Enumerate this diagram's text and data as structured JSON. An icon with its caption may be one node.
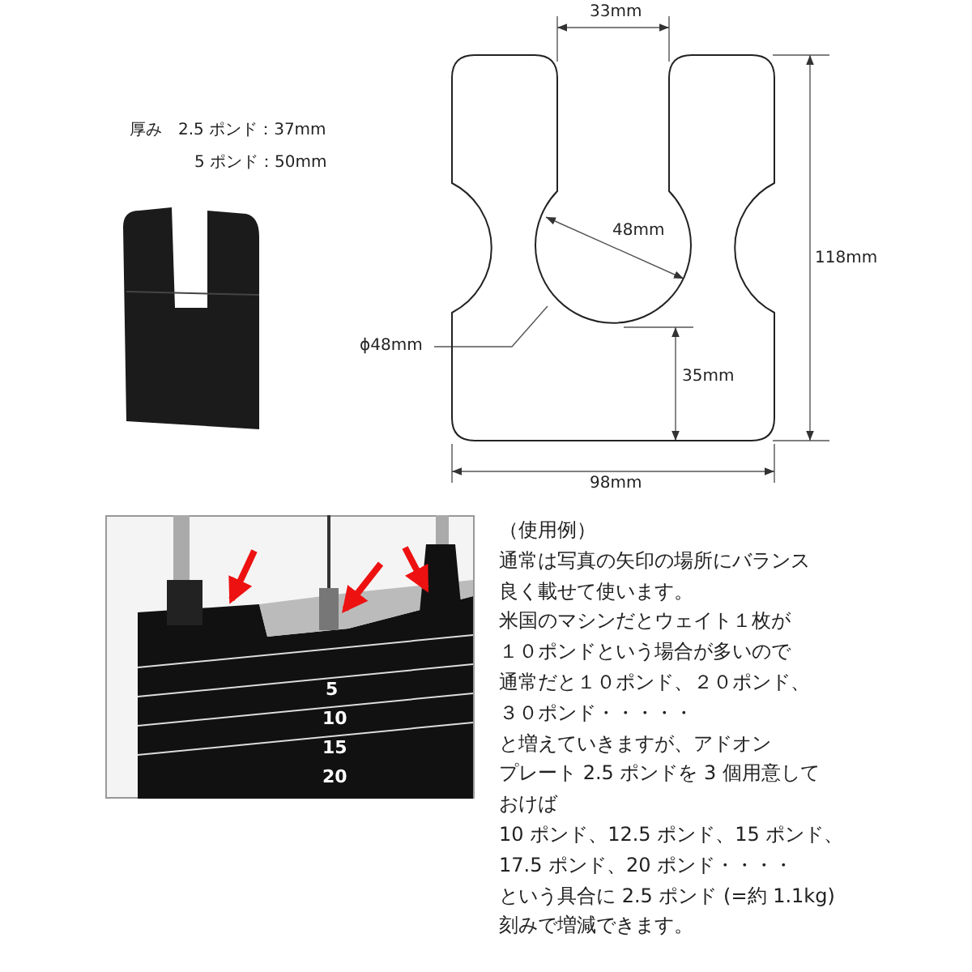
{
  "diagram": {
    "nodes": [
      {
        "text": [
          "ϕ48mm"
        ]
      },
      {
        "text": [],
        "shape": "picture"
      },
      {
        "text": [],
        "shape": "picture"
      },
      {
        "text": [],
        "shape": "picture"
      }
    ],
    "edges": [
      {
        "from": 0,
        "to": 1,
        "arrow": "none"
      }
    ],
    "labels": [
      "厚み　2.5 ポンド：37mm",
      "5 ポンド：50mm",
      "33mm",
      "48mm",
      "118mm",
      "35mm",
      "98mm",
      "5",
      "10",
      "15",
      "20",
      "（使用例）",
      "通常は写真の矢印の場所にバランス",
      "良く載せて使います。",
      "米国のマシンだとウェイト１枚が",
      "１０ポンドという場合が多いので",
      "通常だと１０ポンド、２０ポンド、",
      "３０ポンド・・・・・",
      "と増えていきますが、アドオン",
      "プレート 2.5 ポンドを 3 個用意して",
      "おけば",
      "10 ポンド、12.5 ポンド、15 ポンド、",
      "17.5 ポンド、20 ポンド・・・・",
      "という具合に 2.5 ポンド (=約 1.1kg)",
      "刻みで増減できます。"
    ]
  }
}
